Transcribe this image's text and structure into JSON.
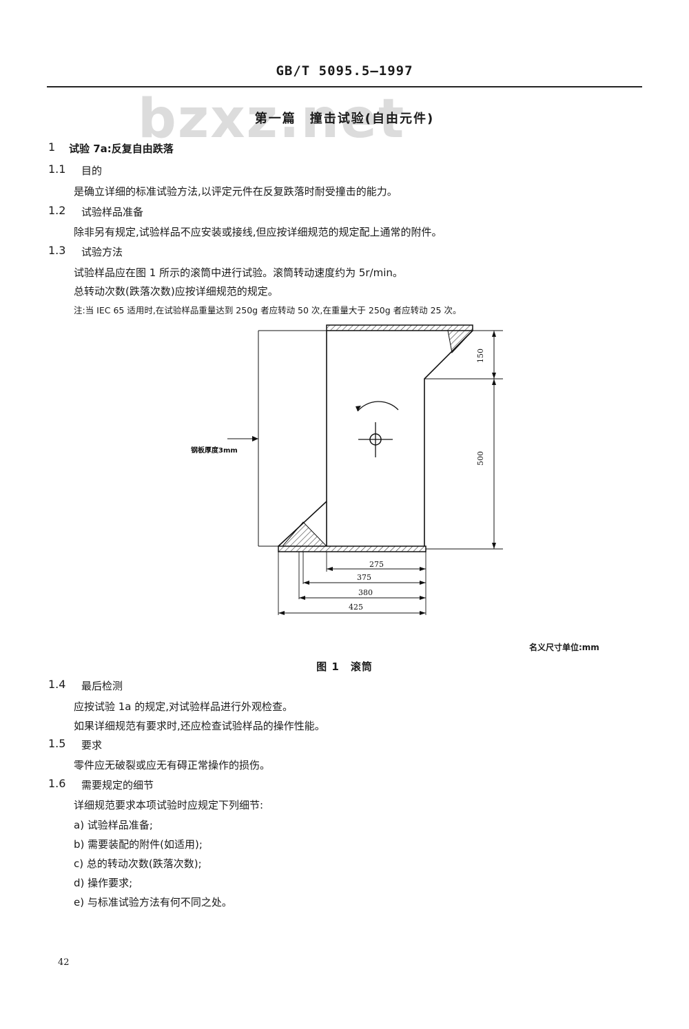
{
  "header": {
    "standard_no": "GB/T 5095.5—1997",
    "watermark": "bzxz.net"
  },
  "part_title": "第一篇　撞击试验(自由元件)",
  "sec1": {
    "num": "1",
    "title": "试验 7a:反复自由跌落"
  },
  "sec11": {
    "num": "1.1",
    "title": "目的",
    "body": "是确立详细的标准试验方法,以评定元件在反复跌落时耐受撞击的能力。"
  },
  "sec12": {
    "num": "1.2",
    "title": "试验样品准备",
    "body": "除非另有规定,试验样品不应安装或接线,但应按详细规范的规定配上通常的附件。"
  },
  "sec13": {
    "num": "1.3",
    "title": "试验方法",
    "body1": "试验样品应在图 1 所示的滚筒中进行试验。滚筒转动速度约为 5r/min。",
    "body2": "总转动次数(跌落次数)应按详细规范的规定。",
    "note": "注:当 IEC 65 适用时,在试验样品重量达到 250g 者应转动 50 次,在重量大于 250g 者应转动 25 次。"
  },
  "figure": {
    "label_steel": "钢板厚度3mm",
    "dim_150": "150",
    "dim_500": "500",
    "dim_275": "275",
    "dim_375": "375",
    "dim_380": "380",
    "dim_425": "425",
    "unit_note": "名义尺寸单位:mm",
    "caption": "图 1　滚筒"
  },
  "sec14": {
    "num": "1.4",
    "title": "最后检测",
    "body1": "应按试验 1a 的规定,对试验样品进行外观检查。",
    "body2": "如果详细规范有要求时,还应检查试验样品的操作性能。"
  },
  "sec15": {
    "num": "1.5",
    "title": "要求",
    "body": "零件应无破裂或应无有碍正常操作的损伤。"
  },
  "sec16": {
    "num": "1.6",
    "title": "需要规定的细节",
    "body": "详细规范要求本项试验时应规定下列细节:",
    "items": [
      "a) 试验样品准备;",
      "b) 需要装配的附件(如适用);",
      "c) 总的转动次数(跌落次数);",
      "d) 操作要求;",
      "e) 与标准试验方法有何不同之处。"
    ]
  },
  "page_number": "42"
}
